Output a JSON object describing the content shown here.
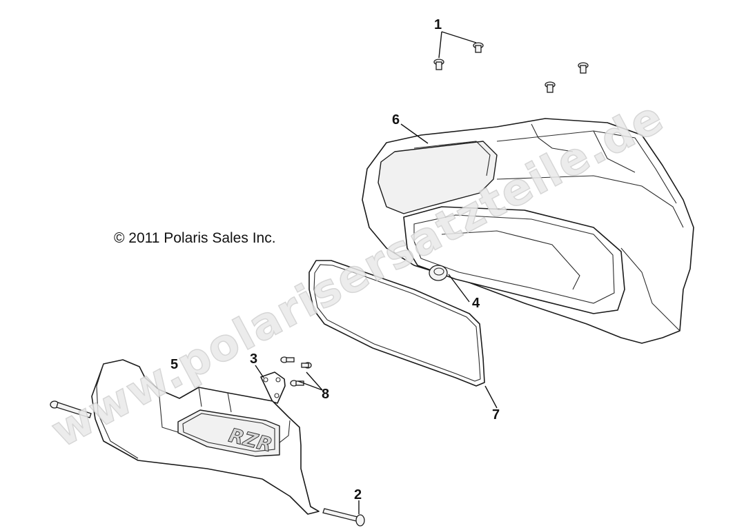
{
  "copyright": "© 2011 Polaris Sales Inc.",
  "watermark": "www.polarisersatzteile.de",
  "logo_text": "RZR",
  "callouts": [
    {
      "id": "1",
      "label": "1"
    },
    {
      "id": "2",
      "label": "2"
    },
    {
      "id": "3",
      "label": "3"
    },
    {
      "id": "4",
      "label": "4"
    },
    {
      "id": "5",
      "label": "5"
    },
    {
      "id": "6",
      "label": "6"
    },
    {
      "id": "7",
      "label": "7"
    },
    {
      "id": "8",
      "label": "8"
    }
  ]
}
